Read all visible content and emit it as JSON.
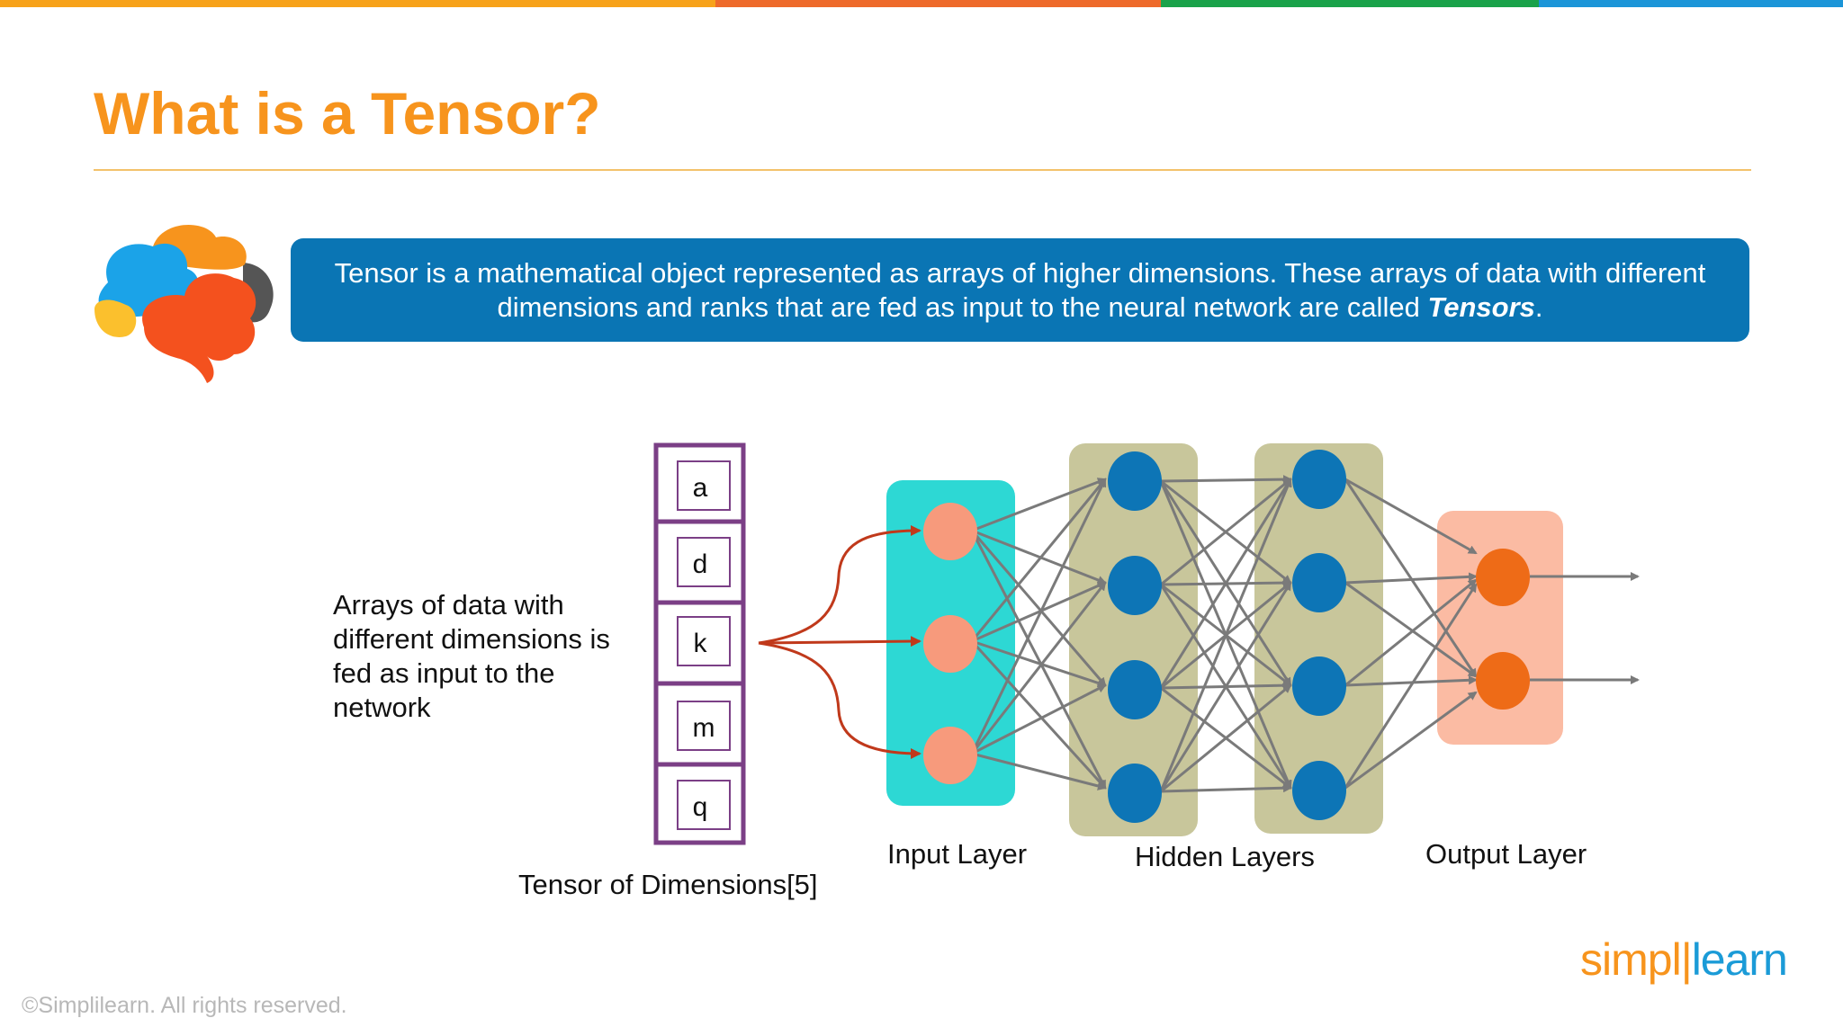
{
  "colors": {
    "title": "#f7941d",
    "definition_bg": "#0a75b4",
    "input_layer_bg": "#2dd8d4",
    "hidden_layer_bg": "#c8c69b",
    "output_layer_bg": "#fbbba3",
    "input_node": "#f79a7c",
    "hidden_node": "#0d75b6",
    "output_node": "#ee6b17",
    "tensor_border": "#7b3f86",
    "topbar": [
      "#f7a21a",
      "#ee6a2a",
      "#1aa24a",
      "#1b95d8"
    ]
  },
  "slide": {
    "title": "What is a Tensor?",
    "definition": {
      "text_before": "Tensor is a mathematical object represented as arrays of higher dimensions. These arrays of data with different dimensions and ranks that are fed as input to the neural network are called ",
      "emphasis": "Tensors",
      "text_after": "."
    },
    "brain_icon": "brain-icon"
  },
  "diagram": {
    "side_text": "Arrays of data with different dimensions is fed as input to the network",
    "tensor": {
      "cells": [
        "a",
        "d",
        "k",
        "m",
        "q"
      ],
      "caption": "Tensor of Dimensions[5]"
    },
    "layers": {
      "input_label": "Input Layer",
      "hidden_label": "Hidden Layers",
      "output_label": "Output Layer",
      "input_nodes": 3,
      "hidden_layer_nodes": [
        4,
        4
      ],
      "output_nodes": 2
    }
  },
  "footer": {
    "copyright": "©Simplilearn. All rights reserved.",
    "logo_part1": "simpl",
    "logo_part2": "learn"
  }
}
